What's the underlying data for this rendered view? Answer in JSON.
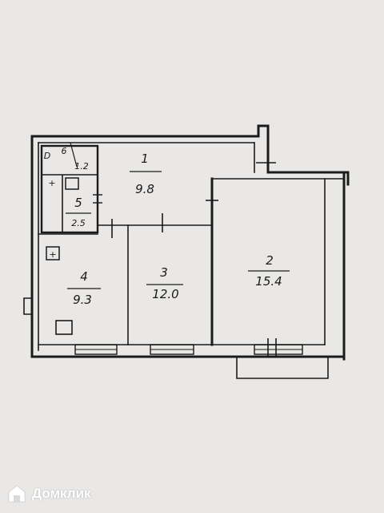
{
  "rooms": [
    {
      "number": "1",
      "area": "9.8"
    },
    {
      "number": "2",
      "area": "15.4"
    },
    {
      "number": "3",
      "area": "12.0"
    },
    {
      "number": "4",
      "area": "9.3"
    },
    {
      "number": "5",
      "area": "2.5"
    },
    {
      "number": "6",
      "area": "1.2"
    }
  ],
  "labels": {
    "d_mark": "D",
    "plus_mark": "+"
  },
  "watermark": {
    "text": "Домклик",
    "icon": "house-logo-icon"
  }
}
